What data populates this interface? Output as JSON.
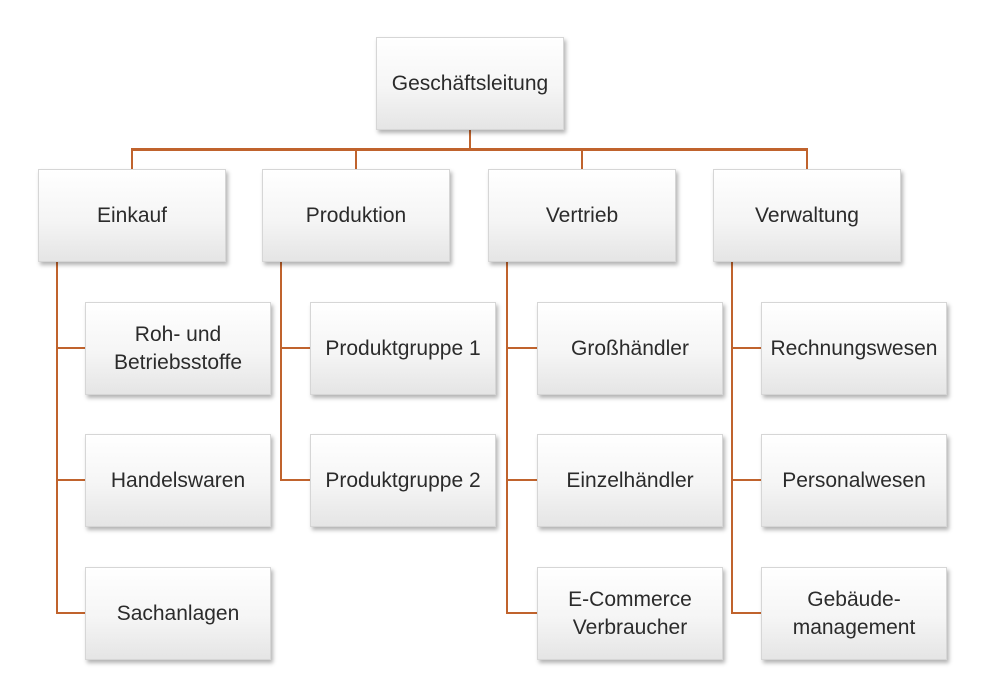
{
  "diagram": {
    "type": "org-chart",
    "root": {
      "label": "Geschäftsleitung"
    },
    "departments": [
      {
        "label": "Einkauf",
        "children": [
          "Roh- und\nBetriebsstoffe",
          "Handelswaren",
          "Sachanlagen"
        ]
      },
      {
        "label": "Produktion",
        "children": [
          "Produktgruppe 1",
          "Produktgruppe 2"
        ]
      },
      {
        "label": "Vertrieb",
        "children": [
          "Großhändler",
          "Einzelhändler",
          "E-Commerce\nVerbraucher"
        ]
      },
      {
        "label": "Verwaltung",
        "children": [
          "Rechnungswesen",
          "Personalwesen",
          "Gebäude-\nmanagement"
        ]
      }
    ],
    "colors": {
      "connector": "#C0632D",
      "box_border": "#D6D6D6",
      "box_fill_top": "#FFFFFF",
      "box_fill_mid": "#F5F5F5",
      "box_fill_bottom": "#E5E5E5",
      "text": "#2B2B2B",
      "background": "#FFFFFF"
    }
  }
}
